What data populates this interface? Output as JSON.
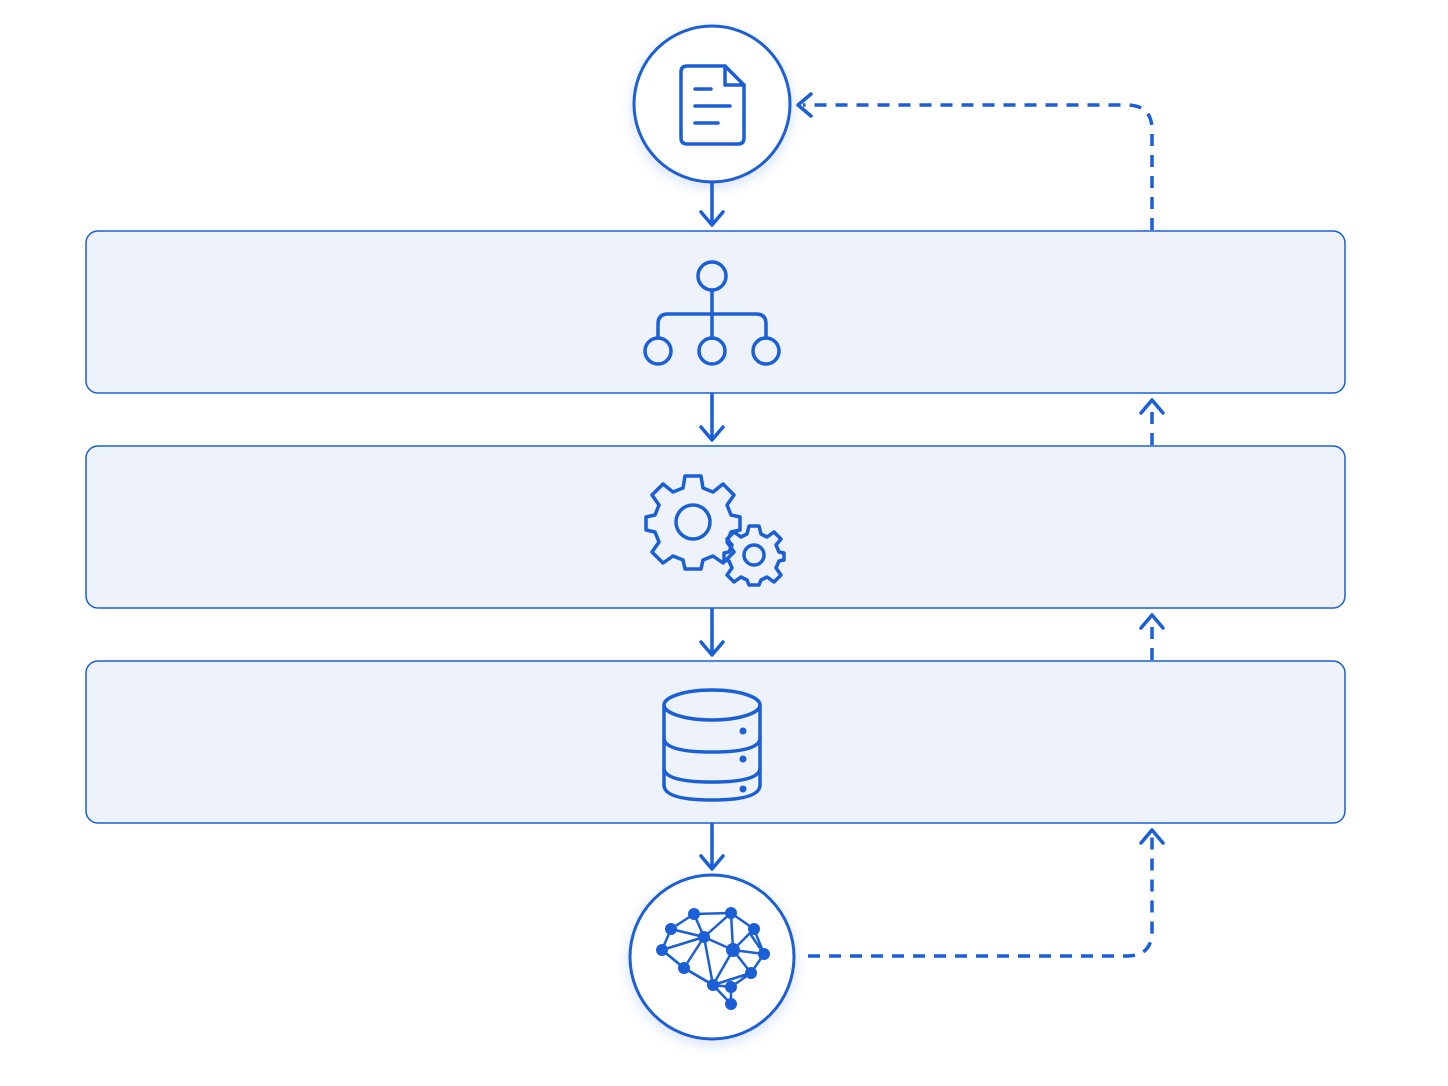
{
  "diagram": {
    "nodes": [
      {
        "id": "input",
        "shape": "circle",
        "icon": "document-icon"
      },
      {
        "id": "layer-1",
        "shape": "rounded-rectangle",
        "icon": "hierarchy-icon"
      },
      {
        "id": "layer-2",
        "shape": "rounded-rectangle",
        "icon": "gears-icon"
      },
      {
        "id": "layer-3",
        "shape": "rounded-rectangle",
        "icon": "database-icon"
      },
      {
        "id": "output",
        "shape": "circle",
        "icon": "neural-brain-icon"
      }
    ],
    "edges": [
      {
        "from": "input",
        "to": "layer-1",
        "style": "solid"
      },
      {
        "from": "layer-1",
        "to": "layer-2",
        "style": "solid"
      },
      {
        "from": "layer-2",
        "to": "layer-3",
        "style": "solid"
      },
      {
        "from": "layer-3",
        "to": "output",
        "style": "solid"
      },
      {
        "from": "output",
        "to": "layer-3",
        "style": "dashed"
      },
      {
        "from": "layer-3",
        "to": "layer-2",
        "style": "dashed"
      },
      {
        "from": "layer-2",
        "to": "layer-1",
        "style": "dashed"
      },
      {
        "from": "layer-1",
        "to": "input",
        "style": "dashed"
      }
    ],
    "colors": {
      "accent": "#1a5fd6",
      "layer_fill": "#eef2fb",
      "background": "#ffffff"
    }
  }
}
